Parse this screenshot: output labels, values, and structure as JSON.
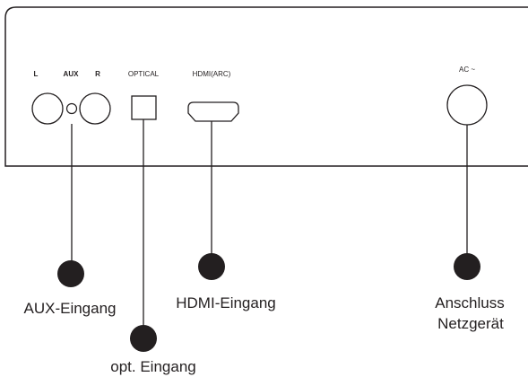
{
  "panel": {
    "labels": {
      "aux_left": "L",
      "aux": "AUX",
      "aux_right": "R",
      "optical": "OPTICAL",
      "hdmi": "HDMI(ARC)",
      "ac": "AC ~"
    }
  },
  "callouts": {
    "aux": "AUX-Eingang",
    "optical": "opt. Eingang",
    "hdmi": "HDMI-Eingang",
    "power_line1": "Anschluss",
    "power_line2": "Netzgerät"
  },
  "colors": {
    "stroke": "#231f20",
    "dot": "#231f20",
    "background": "#ffffff"
  }
}
